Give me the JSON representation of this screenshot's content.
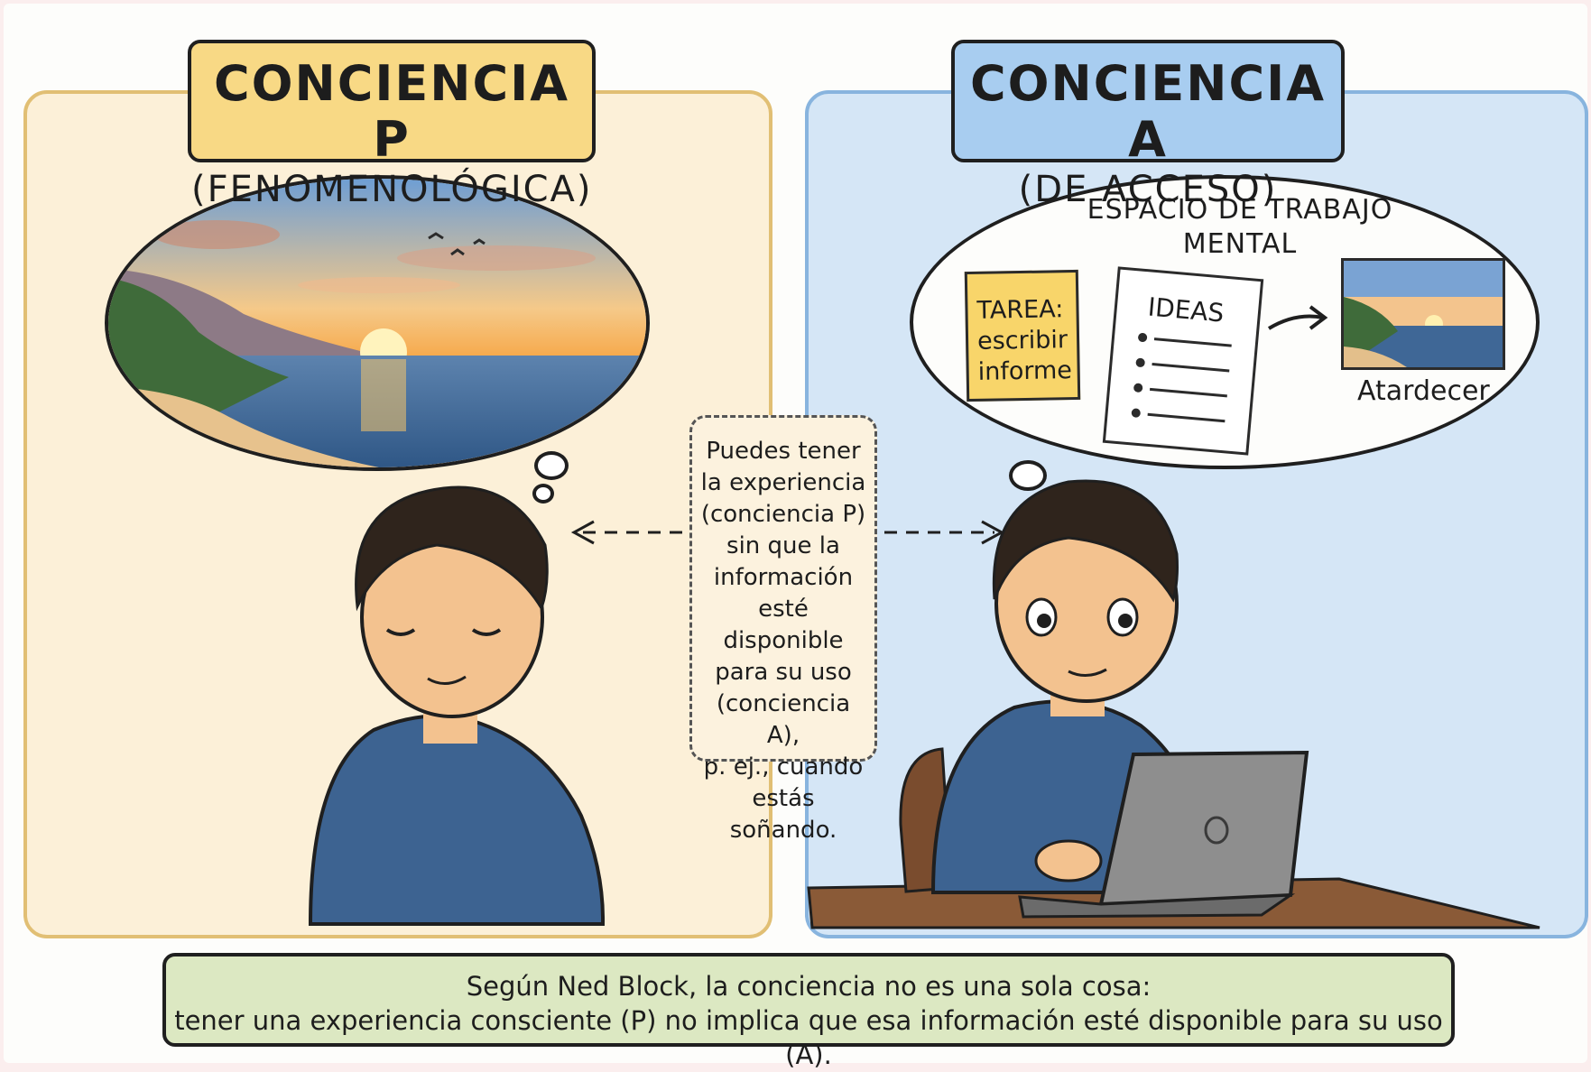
{
  "colors": {
    "panel_left_bg": "#fcf0d8",
    "panel_right_bg": "#d5e6f6",
    "title_left_bg": "#f8d985",
    "title_right_bg": "#a8cdf0",
    "bottom_bg": "#dce8c2",
    "shirt": "#3d6391",
    "hair": "#2f241c",
    "skin": "#f3c28f"
  },
  "left_panel": {
    "title": "CONCIENCIA P",
    "subtitle": "(FENOMENOLÓGICA)"
  },
  "right_panel": {
    "title": "CONCIENCIA A",
    "subtitle": "(DE ACCESO)",
    "workspace_title": "ESPACIO DE TRABAJO MENTAL",
    "note_lines": [
      "TAREA:",
      "escribir",
      "informe"
    ],
    "ideas_label": "IDEAS",
    "image_caption": "Atardecer"
  },
  "center_note": {
    "lines": [
      "Puedes tener",
      "la experiencia",
      "(conciencia P)",
      "sin que la",
      "información",
      "esté disponible",
      "para su uso",
      "(conciencia A),",
      "p. ej., cuando",
      "estás soñando."
    ]
  },
  "bottom_caption": {
    "line1": "Según Ned Block, la conciencia no es una sola cosa:",
    "line2": "tener una experiencia consciente (P) no implica que esa información esté disponible para su uso (A)."
  },
  "icons": [
    "sunset-scene",
    "dreaming-person",
    "working-person",
    "laptop-icon",
    "arrow-icon"
  ]
}
